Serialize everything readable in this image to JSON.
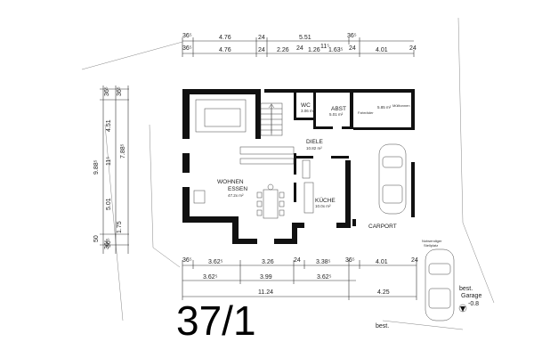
{
  "dimensions": {
    "top1": [
      "36⁵",
      "4.76",
      "24",
      "5.51",
      "36⁵"
    ],
    "top2": [
      "36⁵",
      "4.76",
      "24",
      "2.26",
      "24",
      "1.26",
      "11⁵",
      "1.63⁵",
      "24",
      "4.01",
      "24"
    ],
    "bottom1": [
      "36⁵",
      "3.62⁵",
      "3.26",
      "24",
      "3.38⁵",
      "36⁵",
      "4.01",
      "24"
    ],
    "bottom2": [
      "3.62⁵",
      "3.99",
      "3.62⁵"
    ],
    "bottom3": [
      "11.24",
      "4.25"
    ],
    "left_outer": [
      "50",
      "36⁵",
      "9.88⁵",
      "36⁵"
    ],
    "left_inner": [
      "36⁵",
      "4.51",
      "11⁵",
      "5.01",
      "1.75",
      "36⁵"
    ],
    "left_mid": [
      "7.88⁵"
    ]
  },
  "rooms": {
    "wc": {
      "label": "WC",
      "area": "3.06 m²"
    },
    "abst": {
      "label": "ABST",
      "area": "5.01 m²"
    },
    "right_room": {
      "area": "5.85 m²"
    },
    "diele": {
      "label": "DIELE",
      "area": "10.82 m²"
    },
    "wohnen": {
      "label1": "WOHNEN",
      "label2": "ESSEN",
      "area": "47.2x m²"
    },
    "kueche": {
      "label": "KÜCHE",
      "area": "10.0x m²"
    },
    "carport": {
      "label": "CARPORT"
    }
  },
  "small_labels": {
    "treppe": "Fahrräder",
    "muell": "Mülltonnen",
    "stellplatz1": "Notwendiger",
    "stellplatz2": "Stellplatz",
    "best1": "best.",
    "best2": "Garage",
    "best3": "best.",
    "level": "-0.8"
  },
  "lot_number": "37/1"
}
